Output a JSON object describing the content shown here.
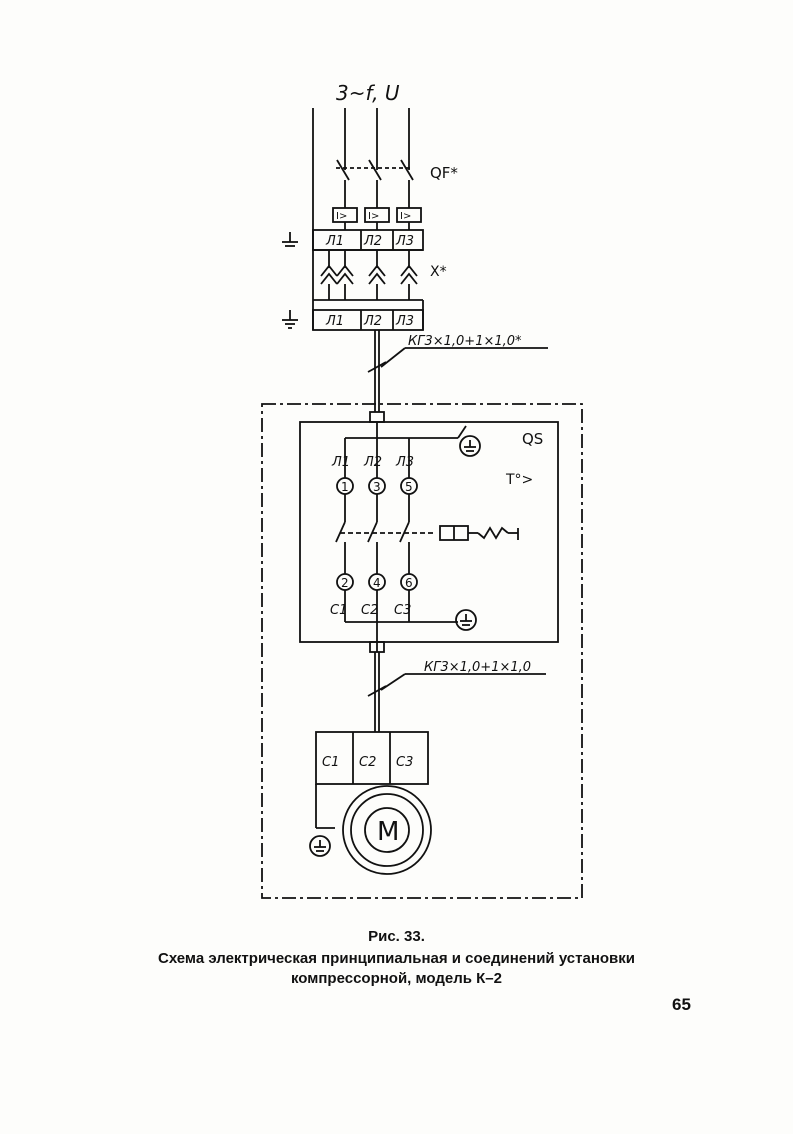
{
  "diagram": {
    "supply_label": "3~f, U",
    "breaker_label": "QF*",
    "overcurrent_symbol": "I>",
    "terminal_labels_top": [
      "Л1",
      "Л2",
      "Л3"
    ],
    "connector_label": "X*",
    "terminal_labels_bottom": [
      "Л1",
      "Л2",
      "Л3"
    ],
    "cable_1_label": "КГ3×1,0+1×1,0*",
    "switch_label": "QS",
    "phase_labels": [
      "Л1",
      "Л2",
      "Л3"
    ],
    "contact_numbers_top": [
      "1",
      "3",
      "5"
    ],
    "thermal_label": "T°>",
    "contact_numbers_bottom": [
      "2",
      "4",
      "6"
    ],
    "output_labels": [
      "C1",
      "C2",
      "C3"
    ],
    "cable_2_label": "КГ3×1,0+1×1,0",
    "motor_terminal_labels": [
      "C1",
      "C2",
      "C3"
    ],
    "motor_label": "M",
    "icons": [
      "ground-icon",
      "breaker-icon",
      "motor-icon",
      "thermal-relay-icon"
    ]
  },
  "caption": {
    "figure_number": "Рис. 33.",
    "title_line_1": "Схема электрическая принципиальная и соединений установки",
    "title_line_2": "компрессорной, модель К–2"
  },
  "page_number": "65"
}
